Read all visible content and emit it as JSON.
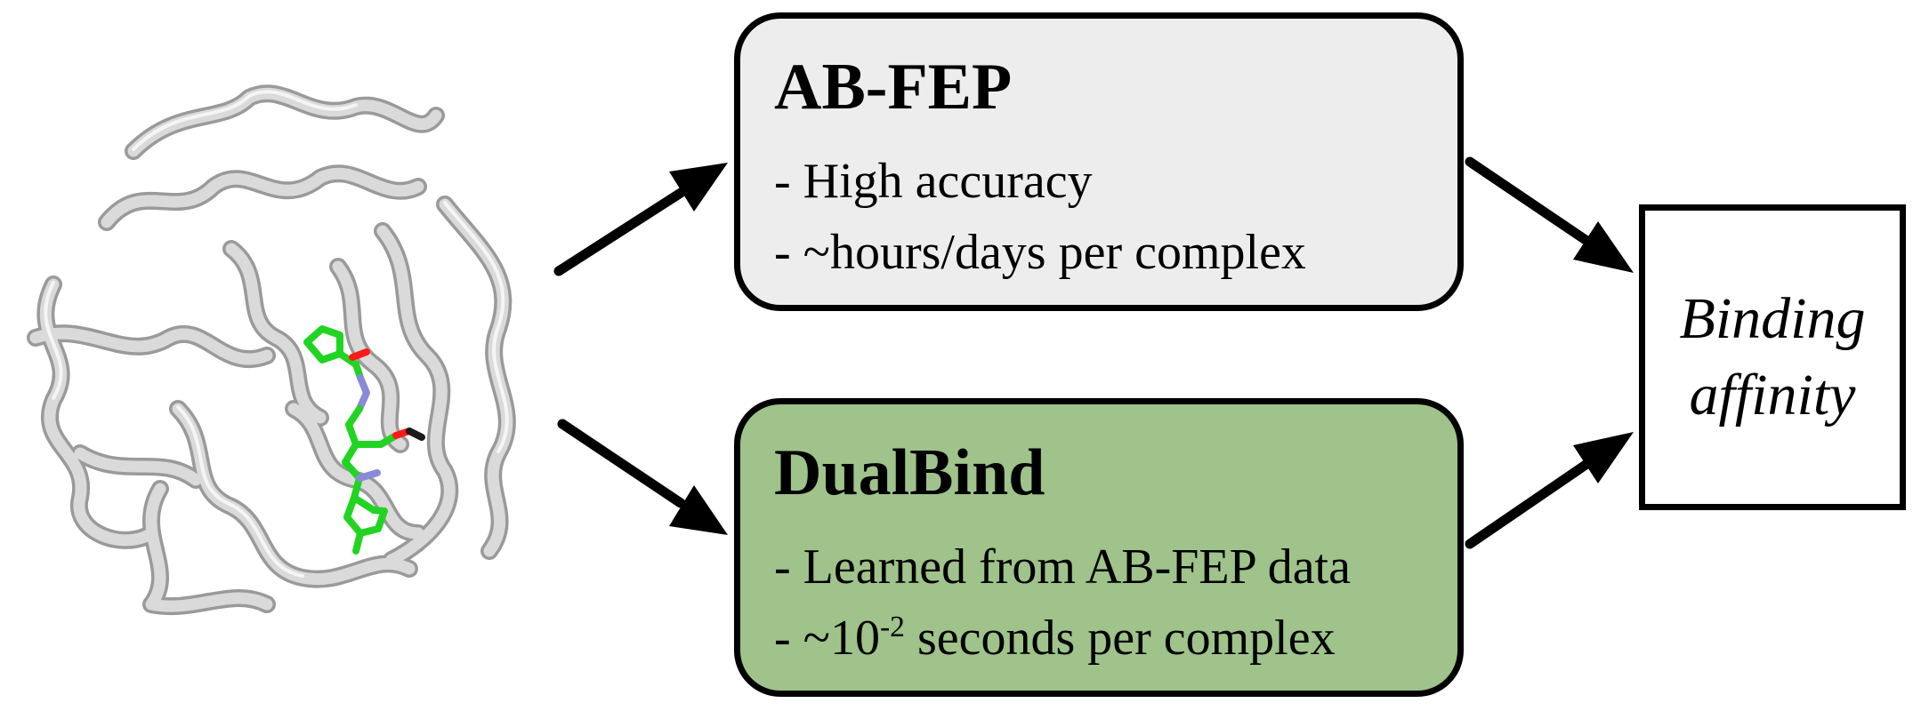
{
  "icons": {
    "protein": "protein-ribbon-icon",
    "ligand": "ligand-molecule-icon",
    "arrow": "arrow-icon"
  },
  "colors": {
    "abfep_box": "#ededed",
    "dualbind_box": "#9fc38a",
    "ribbon": "#d7d7d7",
    "ligand_green": "#22d422",
    "ligand_red": "#ff1a1a",
    "ligand_blue": "#8a8ad8"
  },
  "abfep": {
    "title": "AB-FEP",
    "bullet1": "- High accuracy",
    "bullet2": "- ~hours/days per complex"
  },
  "dualbind": {
    "title": "DualBind",
    "bullet1": "- Learned from AB-FEP data",
    "bullet2_prefix": "- ~10",
    "bullet2_exp": "-2",
    "bullet2_suffix": " seconds per complex"
  },
  "result": {
    "line1": "Binding",
    "line2": "affinity"
  }
}
